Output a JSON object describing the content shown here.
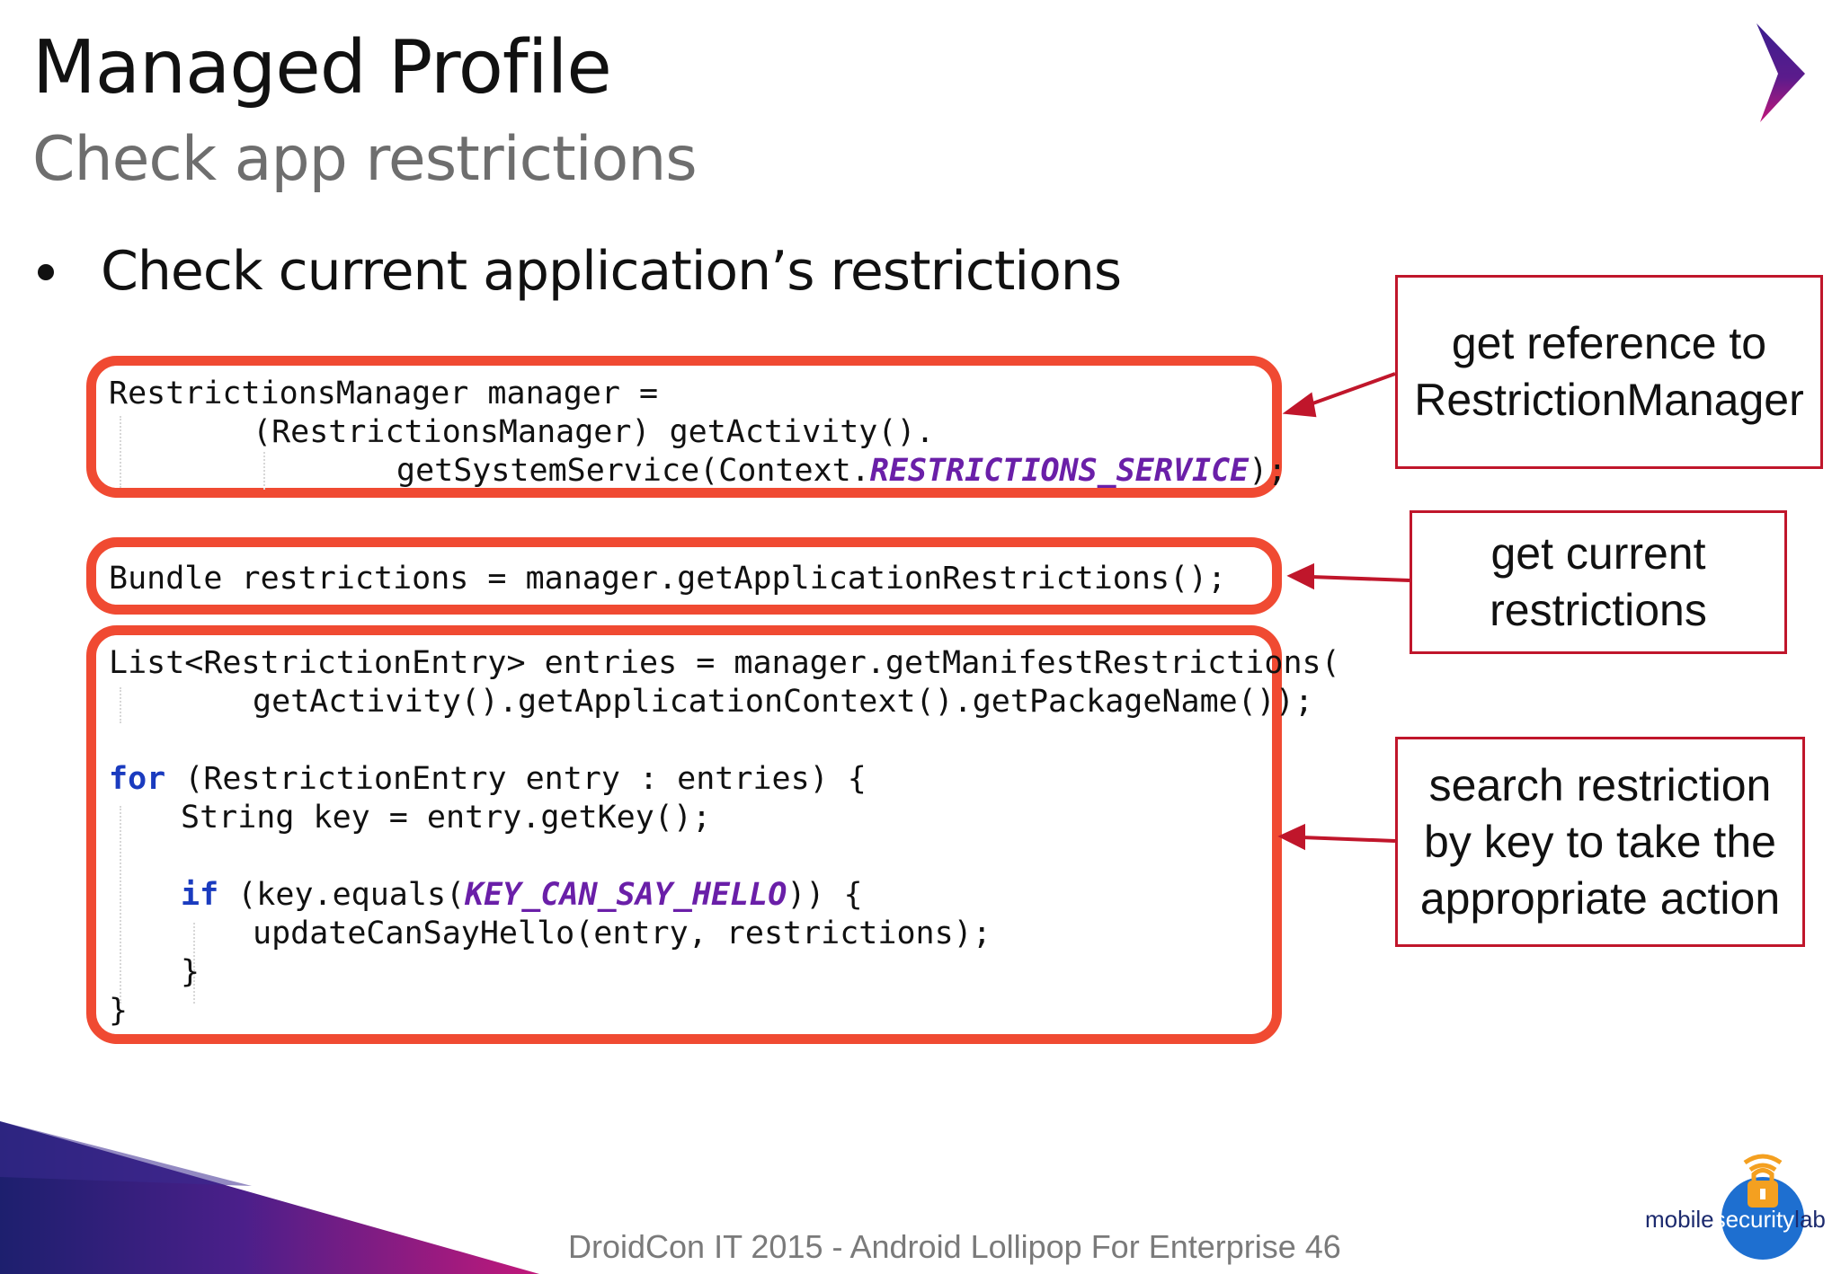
{
  "slide": {
    "title": "Managed Profile",
    "subtitle": "Check app restrictions",
    "bullet": "Check current application’s restrictions",
    "footer": "DroidCon IT 2015 - Android Lollipop For Enterprise 46",
    "accent_colors": {
      "code_box_border": "#f04a32",
      "callout_border": "#c0162b",
      "keyword": "#1a3bbf",
      "constant": "#6a1fa8",
      "brand_purple": "#5b1b8c",
      "brand_magenta": "#c2187a"
    }
  },
  "code_block_1": {
    "line1": "RestrictionsManager manager =",
    "line2": "(RestrictionsManager) getActivity().",
    "line3_pre": "getSystemService(Context.",
    "line3_const": "RESTRICTIONS_SERVICE",
    "line3_post": ");"
  },
  "code_block_2": {
    "line1": "Bundle restrictions = manager.getApplicationRestrictions();"
  },
  "code_block_3": {
    "line1": "List<RestrictionEntry> entries = manager.getManifestRestrictions(",
    "line2": "getActivity().getApplicationContext().getPackageName());",
    "line3_kw": "for",
    "line3_rest": " (RestrictionEntry entry : entries) {",
    "line4": "String key = entry.getKey();",
    "line5_kw": "if",
    "line5_pre": " (key.equals(",
    "line5_const": "KEY_CAN_SAY_HELLO",
    "line5_post": ")) {",
    "line6": "updateCanSayHello(entry, restrictions);",
    "line7": "}",
    "line8": "}"
  },
  "callouts": {
    "c1": "get reference to\nRestrictionManager",
    "c2": "get current\nrestrictions",
    "c3": "search restriction\nby key to take the\nappropriate action"
  },
  "logo": {
    "text_mobile": "mobile",
    "text_security": "security",
    "text_lab": "lab",
    "icon": "padlock-wifi-icon"
  },
  "brand_icon": "chevron-arrow-icon"
}
